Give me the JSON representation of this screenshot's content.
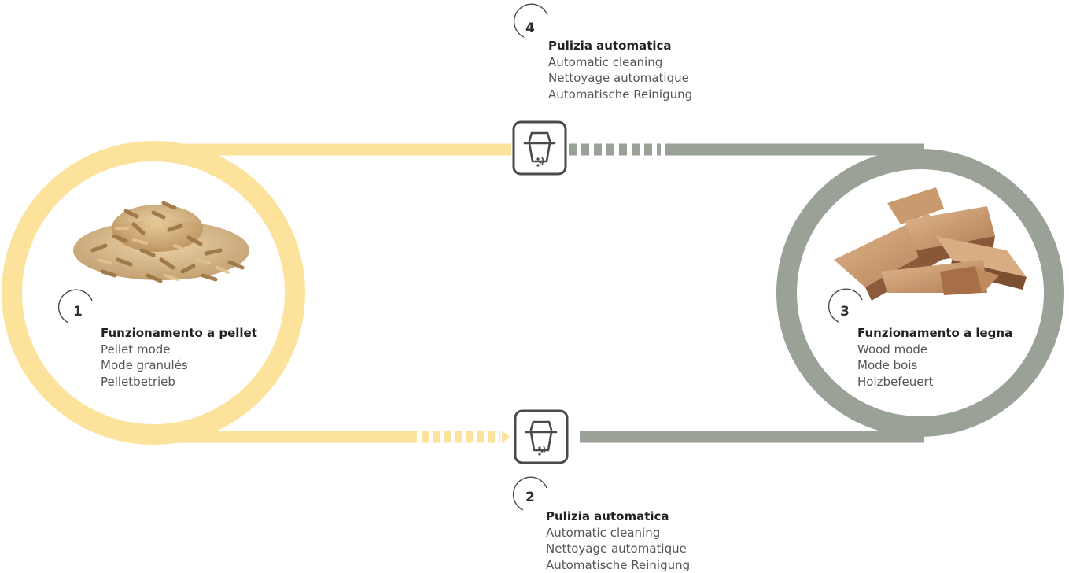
{
  "colors": {
    "pellet": "#fce29b",
    "wood": "#9aa196",
    "icon_stroke": "#4a4a4a"
  },
  "icons": [
    "cleaning-brazier-icon",
    "pellet-pile-image",
    "firewood-stack-image"
  ],
  "steps": [
    {
      "number": "1",
      "title": "Funzionamento a pellet",
      "lines": [
        "Pellet mode",
        "Mode granulés",
        "Pelletbetrieb"
      ]
    },
    {
      "number": "2",
      "title": "Pulizia automatica",
      "lines": [
        "Automatic cleaning",
        "Nettoyage automatique",
        "Automatische Reinigung"
      ]
    },
    {
      "number": "3",
      "title": "Funzionamento a legna",
      "lines": [
        "Wood mode",
        "Mode bois",
        "Holzbefeuert"
      ]
    },
    {
      "number": "4",
      "title": "Pulizia automatica",
      "lines": [
        "Automatic cleaning",
        "Nettoyage automatique",
        "Automatische Reinigung"
      ]
    }
  ]
}
